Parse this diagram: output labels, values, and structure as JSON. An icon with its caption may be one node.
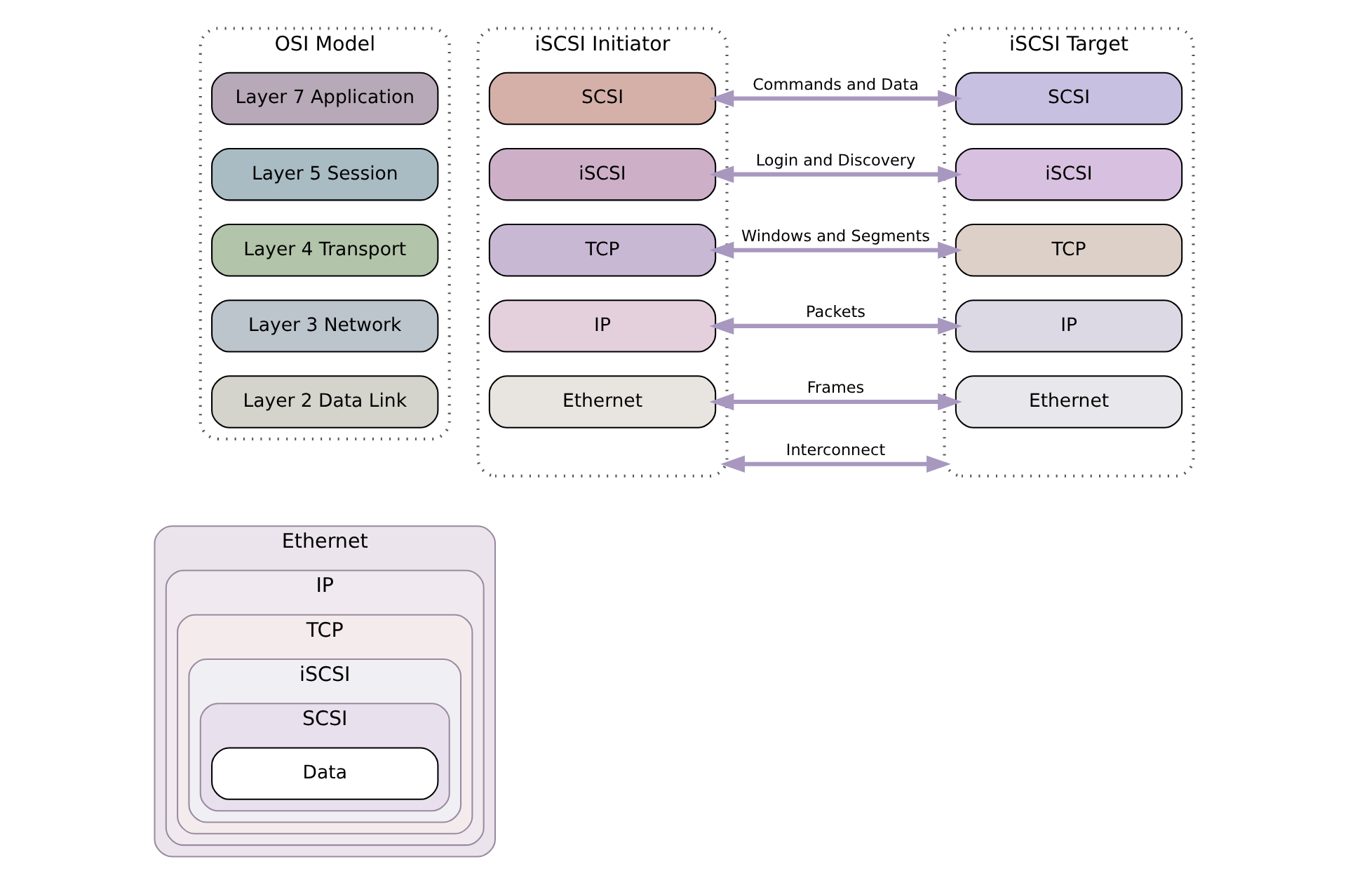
{
  "diagram": {
    "nodes": [
      {
        "text": [
          "OSI Model"
        ]
      },
      {
        "text": [
          "Layer 7 Application"
        ],
        "in": 0
      },
      {
        "text": [
          "Layer 5 Session"
        ],
        "in": 0
      },
      {
        "text": [
          "Layer 4 Transport"
        ],
        "in": 0
      },
      {
        "text": [
          "Layer 3 Network"
        ],
        "in": 0
      },
      {
        "text": [
          "Layer 2 Data Link"
        ],
        "in": 0
      },
      {
        "text": [
          "iSCSI Initiator"
        ]
      },
      {
        "text": [
          "SCSI"
        ],
        "in": 6
      },
      {
        "text": [
          "iSCSI"
        ],
        "in": 6
      },
      {
        "text": [
          "TCP"
        ],
        "in": 6
      },
      {
        "text": [
          "IP"
        ],
        "in": 6
      },
      {
        "text": [
          "Ethernet"
        ],
        "in": 6
      },
      {
        "text": [
          "iSCSI Target"
        ]
      },
      {
        "text": [
          "SCSI"
        ],
        "in": 12
      },
      {
        "text": [
          "iSCSI"
        ],
        "in": 12
      },
      {
        "text": [
          "TCP"
        ],
        "in": 12
      },
      {
        "text": [
          "IP"
        ],
        "in": 12
      },
      {
        "text": [
          "Ethernet"
        ],
        "in": 12
      },
      {
        "text": [
          "Ethernet"
        ]
      },
      {
        "text": [
          "IP"
        ],
        "in": 18
      },
      {
        "text": [
          "TCP"
        ],
        "in": 19
      },
      {
        "text": [
          "iSCSI"
        ],
        "in": 20
      },
      {
        "text": [
          "SCSI"
        ],
        "in": 21
      },
      {
        "text": [
          "Data"
        ],
        "in": 22
      }
    ],
    "edges": [
      {
        "from": 7,
        "to": 13,
        "arrow": "both",
        "label": "Commands and Data"
      },
      {
        "from": 8,
        "to": 14,
        "arrow": "both",
        "label": "Login and Discovery"
      },
      {
        "from": 9,
        "to": 15,
        "arrow": "both",
        "label": "Windows and Segments"
      },
      {
        "from": 10,
        "to": 16,
        "arrow": "both",
        "label": "Packets"
      },
      {
        "from": 11,
        "to": 17,
        "arrow": "both",
        "label": "Frames"
      },
      {
        "from": 6,
        "to": 12,
        "arrow": "both",
        "label": "Interconnect"
      }
    ]
  }
}
